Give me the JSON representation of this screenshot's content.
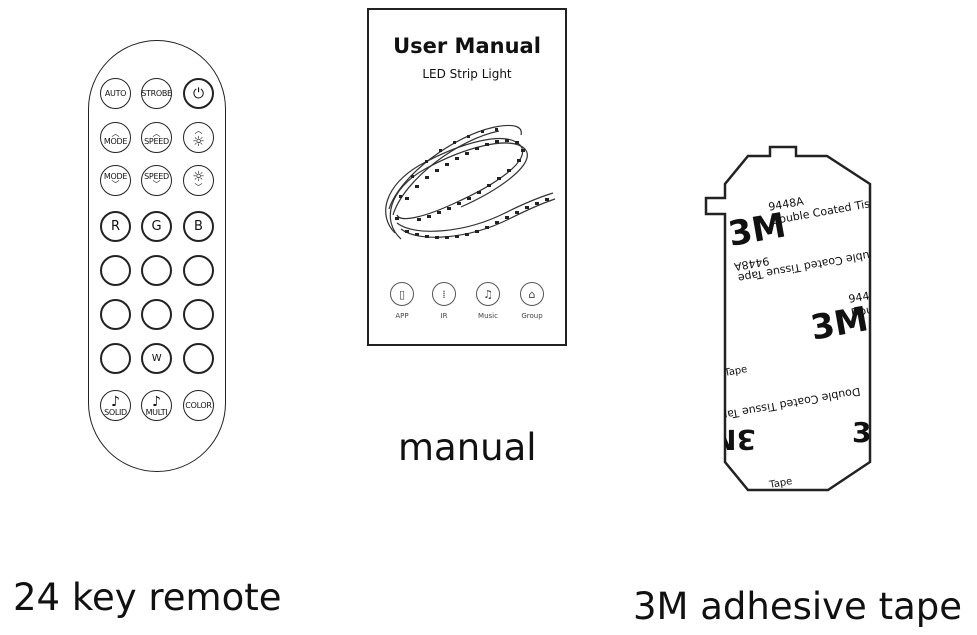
{
  "remote": {
    "row1": [
      "AUTO",
      "STROBE",
      "⏻"
    ],
    "row2": [
      "MODE",
      "SPEED",
      "☼"
    ],
    "row3": [
      "MODE",
      "SPEED",
      "☼"
    ],
    "row4": [
      "R",
      "G",
      "B"
    ],
    "row7_mid": "W",
    "row8": [
      "SOLID",
      "MULTI",
      "COLOR"
    ],
    "note_glyph": "♪",
    "up_arrow": "︿",
    "down_arrow": "﹀"
  },
  "manual": {
    "title": "User Manual",
    "subtitle": "LED Strip Light",
    "icons": [
      {
        "label": "APP",
        "icon": "phone-icon"
      },
      {
        "label": "IR",
        "icon": "remote-icon"
      },
      {
        "label": "Music",
        "icon": "music-icon"
      },
      {
        "label": "Group",
        "icon": "group-icon"
      }
    ]
  },
  "tape": {
    "brand": "3M",
    "code": "9448A",
    "text1": "Double Coated Tissue",
    "text2": "Double Coated Tissue Tape",
    "text3": "Tape"
  },
  "captions": {
    "manual": "manual",
    "remote": "24 key remote",
    "tape": "3M adhesive tape"
  }
}
